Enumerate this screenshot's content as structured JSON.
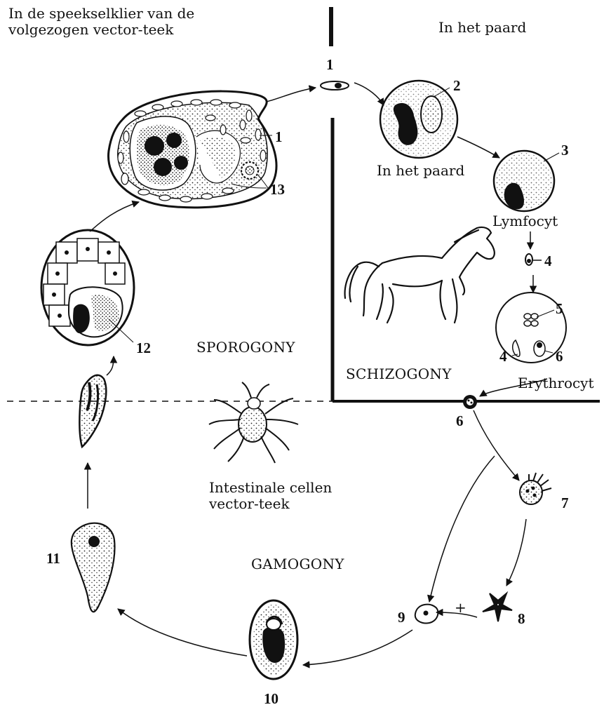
{
  "labels": {
    "tick_salivary": "In de speekselklier van de\nvolgezogen vector-teek",
    "horse_header": "In het paard",
    "horse_cell": "In het paard",
    "lymphocyte": "Lymfocyt",
    "erythrocyte": "Erythrocyt",
    "intestinal": "Intestinale cellen\nvector-teek",
    "plus_sign": "+"
  },
  "phases": {
    "sporogony": "SPOROGONY",
    "schizogony": "SCHIZOGONY",
    "gamogony": "GAMOGONY"
  },
  "stages": {
    "n1_top": "1",
    "n1_gland": "1",
    "n13": "13",
    "n2": "2",
    "n3": "3",
    "n4a": "4",
    "n5": "5",
    "n4b": "4",
    "n6a": "6",
    "n6b": "6",
    "n7": "7",
    "n8": "8",
    "n9": "9",
    "n10": "10",
    "n11": "11",
    "n12": "12"
  },
  "colors": {
    "ink": "#111111",
    "background": "#ffffff"
  }
}
